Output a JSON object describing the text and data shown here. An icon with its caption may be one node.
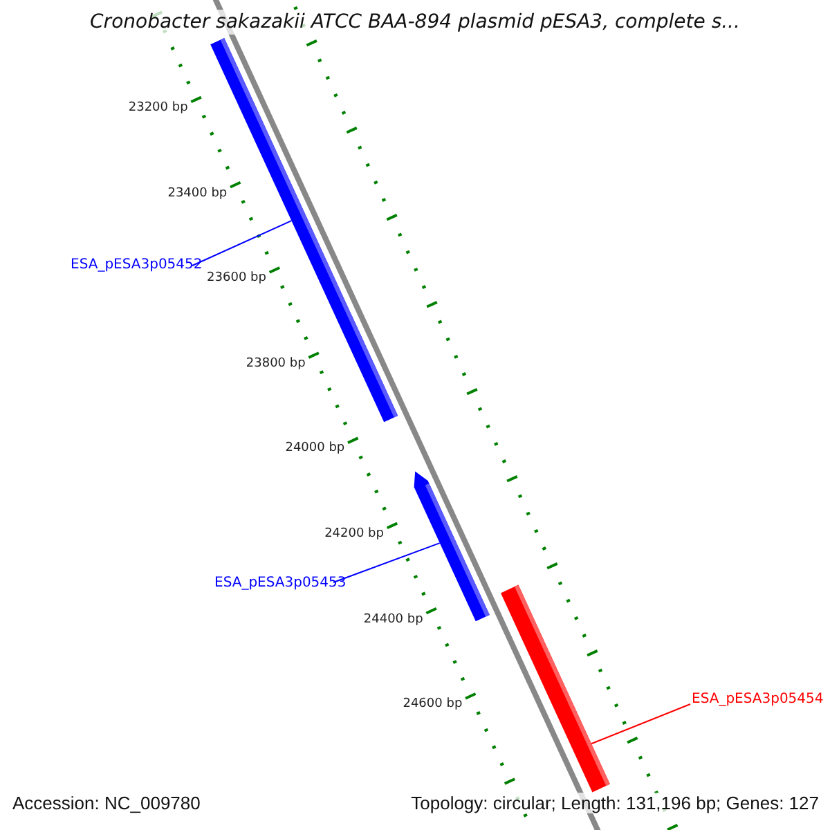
{
  "diagram": {
    "title": "Cronobacter sakazakii ATCC BAA-894 plasmid pESA3, complete s...",
    "nodes": [
      {
        "text": [
          "ESA_pESA3p05452"
        ]
      },
      {
        "text": [],
        "shape": "bar"
      },
      {
        "text": [
          "ESA_pESA3p05453"
        ]
      },
      {
        "text": [],
        "shape": "arrow"
      },
      {
        "text": [
          "ESA_pESA3p05454"
        ]
      },
      {
        "text": [],
        "shape": "bar"
      }
    ],
    "edges": [
      {
        "from": 0,
        "to": 1,
        "arrow": "none"
      },
      {
        "from": 2,
        "to": 3,
        "arrow": "none"
      },
      {
        "from": 4,
        "to": 5,
        "arrow": "none",
        "color": "#ff0000"
      }
    ],
    "labels": [
      "23200 bp",
      "23400 bp",
      "23600 bp",
      "23800 bp",
      "24000 bp",
      "24200 bp",
      "24400 bp",
      "24600 bp",
      "Accession: NC_009780",
      "Topology: circular; Length: 131,196 bp; Genes: 127"
    ]
  }
}
